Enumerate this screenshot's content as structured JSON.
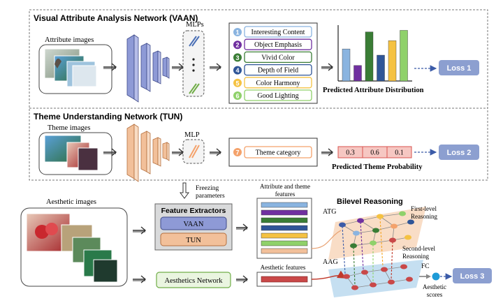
{
  "vaan": {
    "title": "Visual Attribute Analysis Network (VAAN)",
    "input_label": "Attribute images",
    "mlps_label": "MLPs",
    "attributes": [
      {
        "num": "1",
        "label": "Interesting Content",
        "color": "#8ab4e0"
      },
      {
        "num": "2",
        "label": "Object Emphasis",
        "color": "#7030a0"
      },
      {
        "num": "3",
        "label": "Vivid Color",
        "color": "#3a7d35"
      },
      {
        "num": "4",
        "label": "Depth of Field",
        "color": "#2f5597"
      },
      {
        "num": "5",
        "label": "Color Harmony",
        "color": "#f5c242"
      },
      {
        "num": "6",
        "label": "Good Lighting",
        "color": "#8fd16a"
      }
    ],
    "dist_values": [
      0.62,
      0.3,
      0.95,
      0.5,
      0.78,
      0.98
    ],
    "dist_label": "Predicted Attribute Distribution",
    "loss": "Loss 1"
  },
  "tun": {
    "title": "Theme Understanding Network (TUN)",
    "input_label": "Theme images",
    "mlp_label": "MLP",
    "theme_num": "7",
    "theme_label": "Theme category",
    "probs": [
      "0.3",
      "0.6",
      "0.1"
    ],
    "prob_label": "Predicted Theme Probability",
    "loss": "Loss 2"
  },
  "bottom": {
    "input_label": "Aesthetic images",
    "freeze_label_1": "Freezing",
    "freeze_label_2": "parameters",
    "extractors_title": "Feature Extractors",
    "vaan_label": "VAAN",
    "tun_label": "TUN",
    "aesthetics_network": "Aesthetics Network",
    "attr_theme_label_1": "Attribute and theme",
    "attr_theme_label_2": "features",
    "aesthetic_features": "Aesthetic features",
    "reasoning_title": "Bilevel Reasoning",
    "atg": "ATG",
    "aag": "AAG",
    "first_level_1": "First-level",
    "first_level_2": "Reasoning",
    "second_level_1": "Second-level",
    "second_level_2": "Reasoning",
    "fc": "FC",
    "scores_1": "Aesthetic",
    "scores_2": "scores",
    "loss": "Loss 3"
  },
  "colors": {
    "vaan_net": "#8e9ad6",
    "tun_net": "#f2c09a",
    "loss": "#8c9fd0",
    "prob_fill": "#f6c7c2",
    "prob_border": "#d9534f",
    "green_border": "#70ad47"
  }
}
